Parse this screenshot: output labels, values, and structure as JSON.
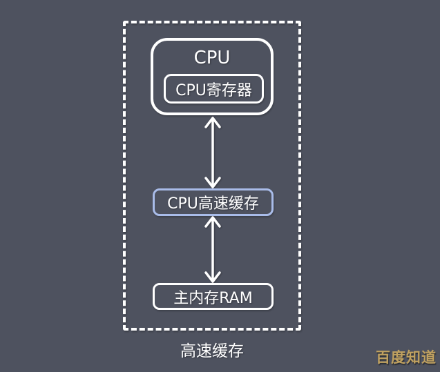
{
  "background": "#4e525f",
  "diagram": {
    "frame_label": "高速缓存",
    "cpu_box": {
      "title": "CPU",
      "register_label": "CPU寄存器"
    },
    "cache_box": {
      "label": "CPU高速缓存",
      "border_color": "#a9bce9"
    },
    "ram_box": {
      "label": "主内存RAM"
    },
    "arrow_color": "#ffffff",
    "frame_border_color": "#ffffff"
  },
  "watermark": {
    "text": "百度知道",
    "color": "#c0a160"
  }
}
